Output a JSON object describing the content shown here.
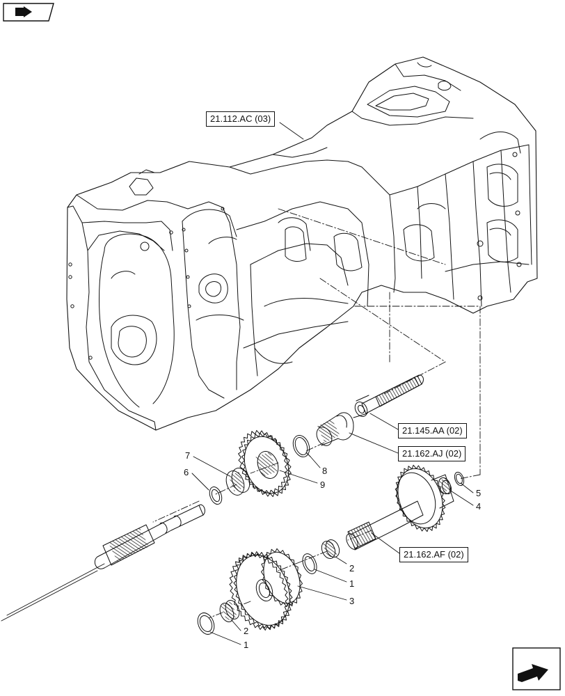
{
  "references": [
    {
      "id": "ref-housing",
      "label": "21.112.AC (03)"
    },
    {
      "id": "ref-upper-shaft",
      "label": "21.145.AA (02)"
    },
    {
      "id": "ref-hub",
      "label": "21.162.AJ (02)"
    },
    {
      "id": "ref-lower-shaft",
      "label": "21.162.AF (02)"
    }
  ],
  "callouts": {
    "c7": "7",
    "c6": "6",
    "c8": "8",
    "c9": "9",
    "c5": "5",
    "c4": "4",
    "c2a": "2",
    "c1a": "1",
    "c3": "3",
    "c2b": "2",
    "c1b": "1"
  },
  "icons": {
    "top_left": "book-navigation-icon",
    "bottom_right": "next-page-arrow-icon"
  }
}
